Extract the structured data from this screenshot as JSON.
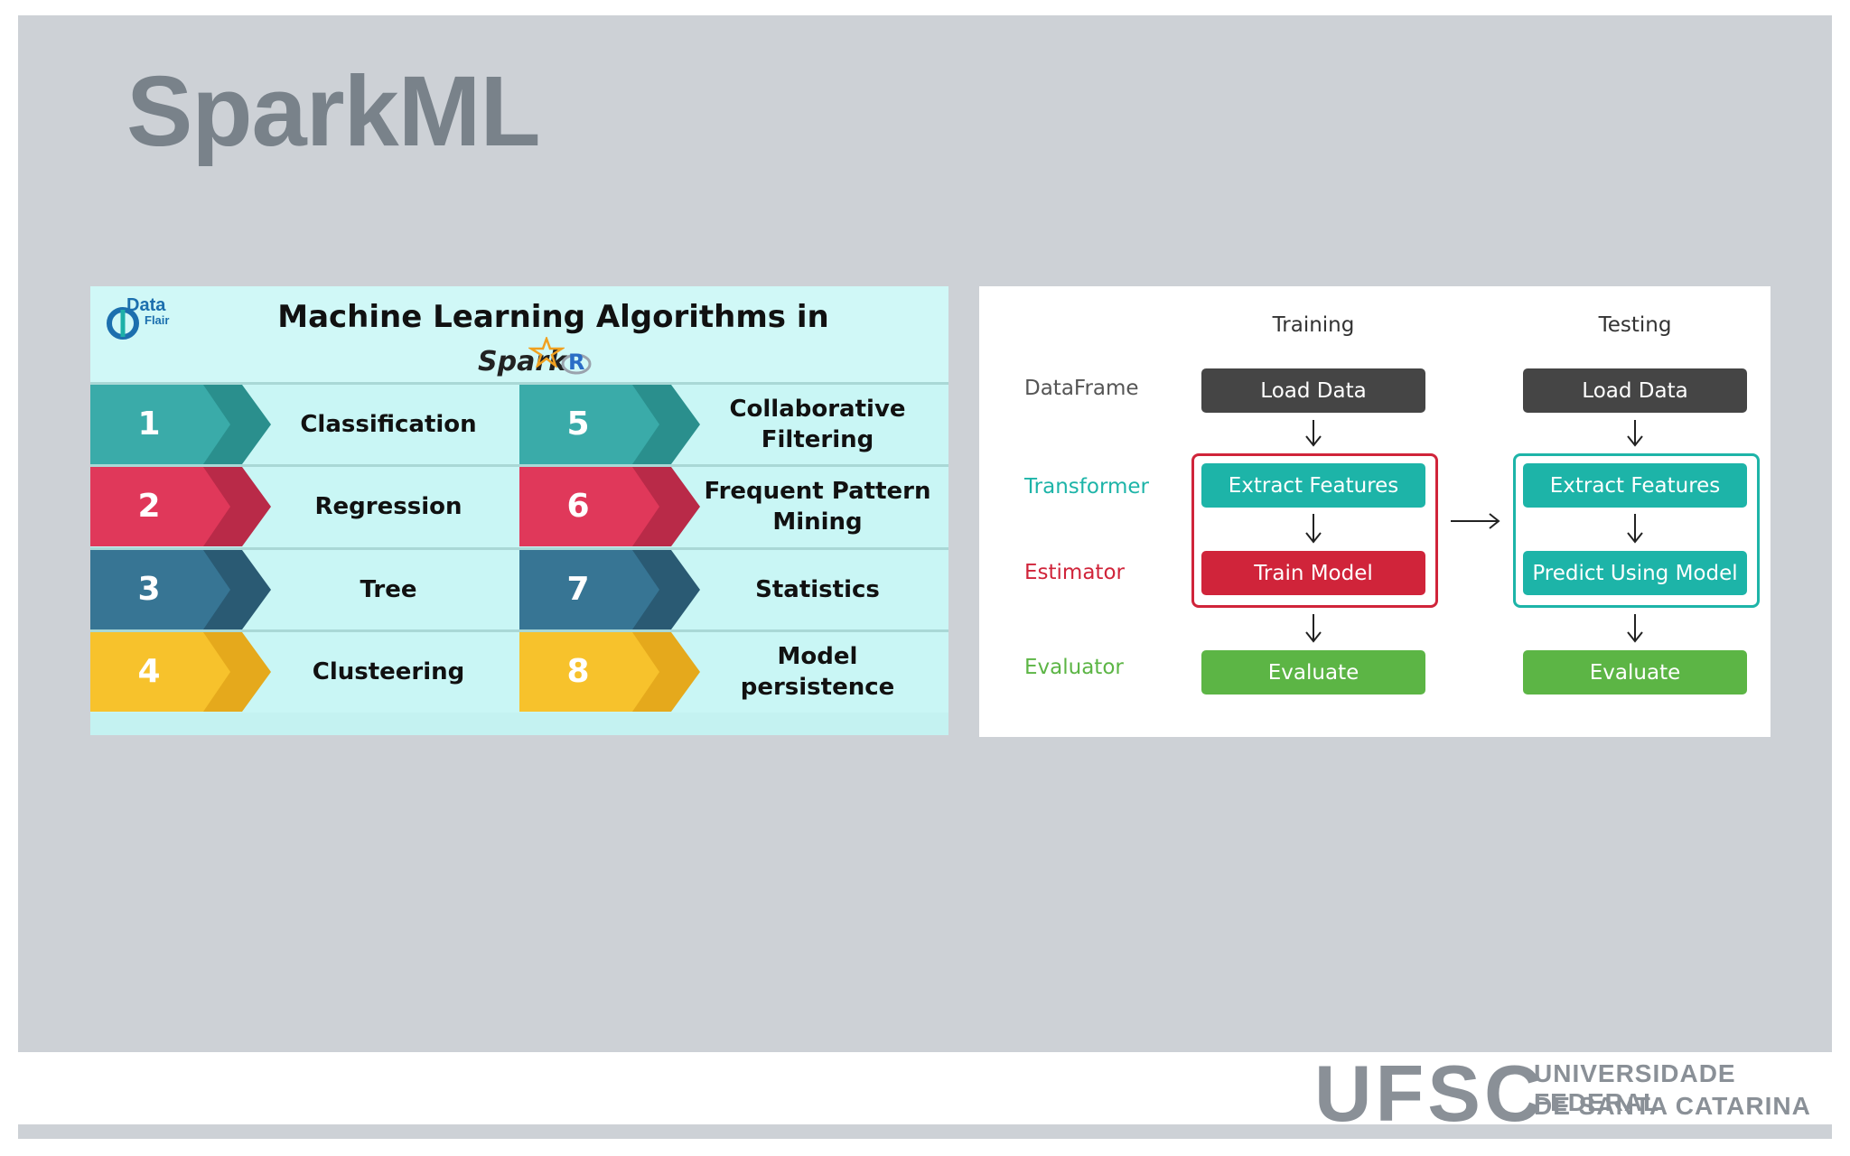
{
  "slide": {
    "title": "SparkML"
  },
  "ml_panel": {
    "logo_line1": "Data",
    "logo_line2": "Flair",
    "title": "Machine Learning Algorithms in",
    "spark_label": "Spark",
    "r_label": "R",
    "items": [
      {
        "number": "1",
        "label": "Classification",
        "color": "#3aaba9"
      },
      {
        "number": "2",
        "label": "Regression",
        "color": "#e0385a"
      },
      {
        "number": "3",
        "label": "Tree",
        "color": "#377594"
      },
      {
        "number": "4",
        "label": "Clusteering",
        "color": "#f7c22c"
      },
      {
        "number": "5",
        "label": "Collaborative Filtering",
        "color": "#3aaba9"
      },
      {
        "number": "6",
        "label": "Frequent Pattern Mining",
        "color": "#e0385a"
      },
      {
        "number": "7",
        "label": "Statistics",
        "color": "#377594"
      },
      {
        "number": "8",
        "label": "Model persistence",
        "color": "#f7c22c"
      }
    ]
  },
  "diagram": {
    "columns": [
      "Training",
      "Testing"
    ],
    "row_labels": {
      "dataframe": "DataFrame",
      "transformer": "Transformer",
      "estimator": "Estimator",
      "evaluator": "Evaluator"
    },
    "colors": {
      "dark": "#454545",
      "teal": "#1db4a8",
      "red": "#d0243a",
      "green": "#5cb545",
      "transformer_text": "#1db4a8",
      "estimator_text": "#d0243a",
      "evaluator_text": "#5cb545"
    },
    "training": {
      "load": "Load Data",
      "extract": "Extract Features",
      "model": "Train Model",
      "evaluate": "Evaluate"
    },
    "testing": {
      "load": "Load Data",
      "extract": "Extract Features",
      "model": "Predict Using Model",
      "evaluate": "Evaluate"
    }
  },
  "footer": {
    "logo": "UFSC",
    "university_line1": "UNIVERSIDADE FEDERAL",
    "university_line2": "DE SANTA CATARINA"
  }
}
